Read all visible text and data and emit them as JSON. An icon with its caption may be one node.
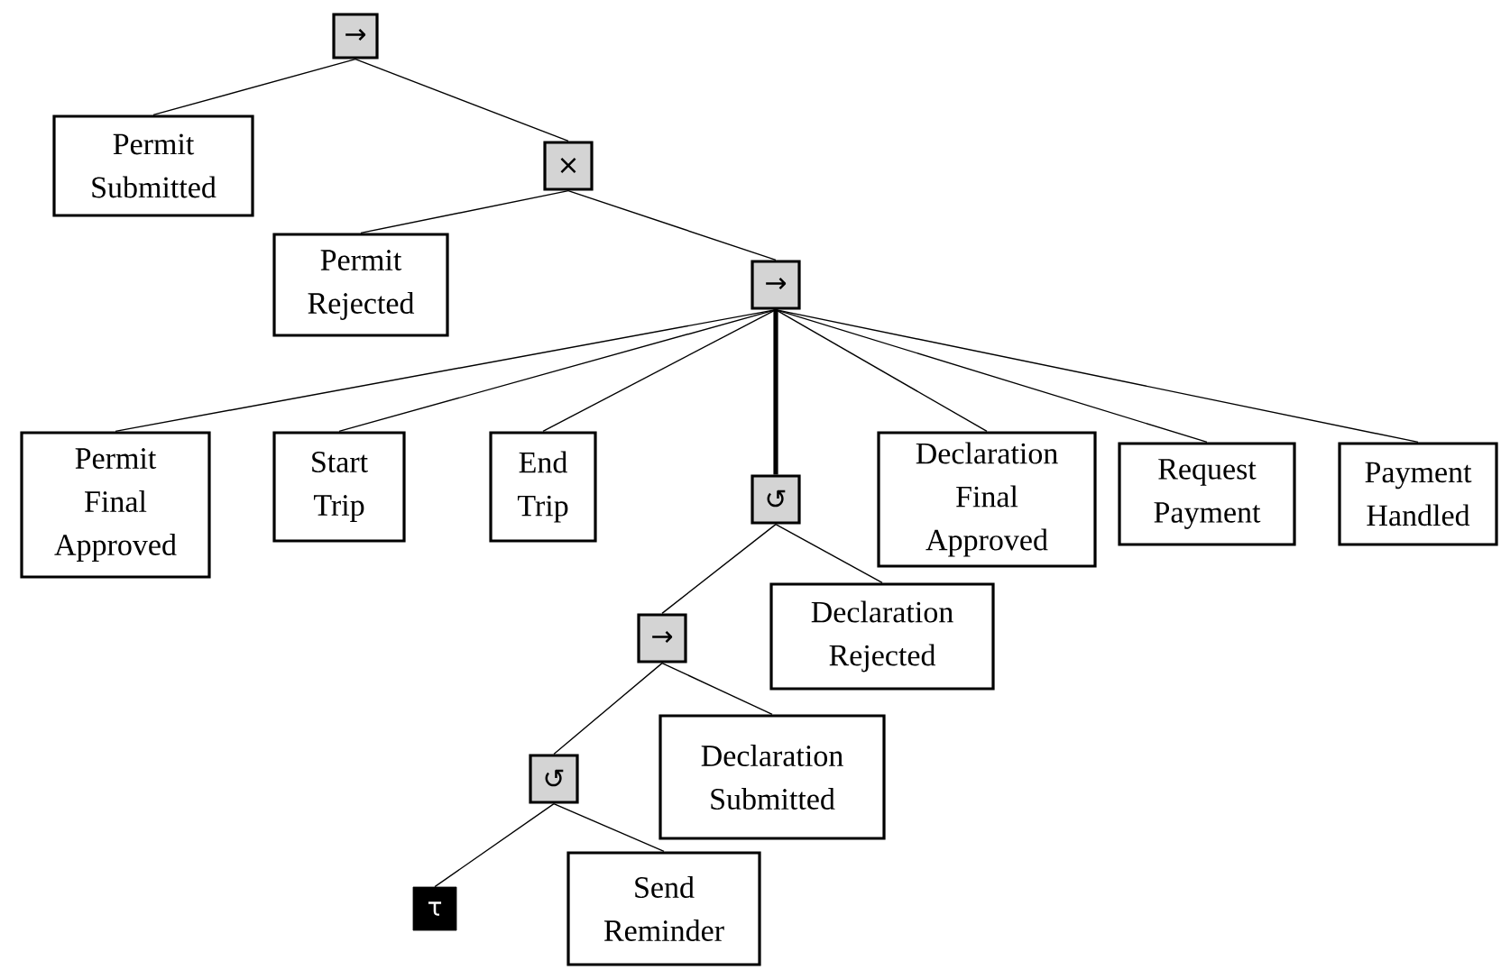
{
  "diagram": {
    "nodes": [
      {
        "text": [
          "→"
        ]
      },
      {
        "text": [
          "Permit Submitted"
        ]
      },
      {
        "text": [
          "×"
        ]
      },
      {
        "text": [
          "Permit Rejected"
        ]
      },
      {
        "text": [
          "→"
        ]
      },
      {
        "text": [
          "Permit Final Approved"
        ]
      },
      {
        "text": [
          "Start Trip"
        ]
      },
      {
        "text": [
          "End Trip"
        ]
      },
      {
        "text": [
          "↺"
        ]
      },
      {
        "text": [
          "Declaration Final Approved"
        ]
      },
      {
        "text": [
          "Request Payment"
        ]
      },
      {
        "text": [
          "Payment Handled"
        ]
      },
      {
        "text": [
          "Declaration Rejected"
        ]
      },
      {
        "text": [
          "→"
        ]
      },
      {
        "text": [
          "Declaration Submitted"
        ]
      },
      {
        "text": [
          "↺"
        ]
      },
      {
        "text": [
          "τ"
        ]
      },
      {
        "text": [
          "Send Reminder"
        ]
      }
    ],
    "edges": [
      {
        "from": 0,
        "to": 1,
        "arrow": "none"
      },
      {
        "from": 0,
        "to": 2,
        "arrow": "none"
      },
      {
        "from": 2,
        "to": 3,
        "arrow": "none"
      },
      {
        "from": 2,
        "to": 4,
        "arrow": "none"
      },
      {
        "from": 4,
        "to": 5,
        "arrow": "none"
      },
      {
        "from": 4,
        "to": 6,
        "arrow": "none"
      },
      {
        "from": 4,
        "to": 7,
        "arrow": "none"
      },
      {
        "from": 4,
        "to": 8,
        "arrow": "none",
        "style": "thick"
      },
      {
        "from": 4,
        "to": 9,
        "arrow": "none"
      },
      {
        "from": 4,
        "to": 10,
        "arrow": "none"
      },
      {
        "from": 4,
        "to": 11,
        "arrow": "none"
      },
      {
        "from": 8,
        "to": 13,
        "arrow": "none"
      },
      {
        "from": 8,
        "to": 12,
        "arrow": "none"
      },
      {
        "from": 13,
        "to": 15,
        "arrow": "none"
      },
      {
        "from": 13,
        "to": 14,
        "arrow": "none"
      },
      {
        "from": 15,
        "to": 16,
        "arrow": "none"
      },
      {
        "from": 15,
        "to": 17,
        "arrow": "none"
      }
    ]
  }
}
